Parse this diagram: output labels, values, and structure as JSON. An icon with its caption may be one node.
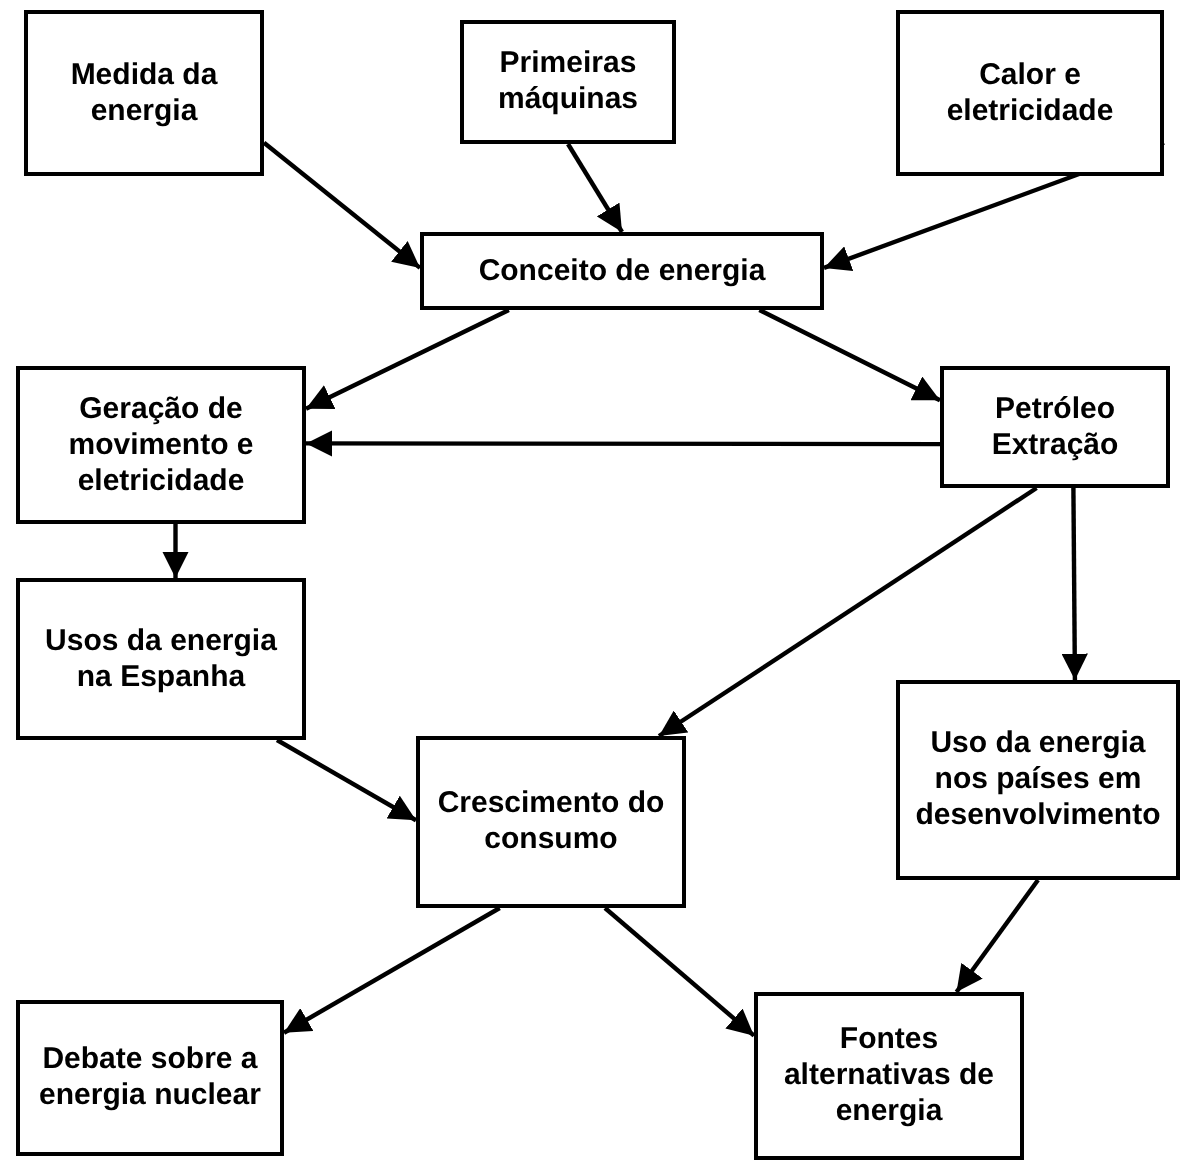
{
  "diagram": {
    "nodes": [
      {
        "text": [
          "Medida da energia"
        ]
      },
      {
        "text": [
          "Primeiras máquinas"
        ]
      },
      {
        "text": [
          "Calor e eletricidade"
        ]
      },
      {
        "text": [
          "Conceito de energia"
        ]
      },
      {
        "text": [
          "Geração de movimento e eletricidade"
        ]
      },
      {
        "text": [
          "Petróleo Extração"
        ]
      },
      {
        "text": [
          "Usos da energia na Espanha"
        ]
      },
      {
        "text": [
          "Crescimento do consumo"
        ]
      },
      {
        "text": [
          "Uso da energia nos países em desenvolvimento"
        ]
      },
      {
        "text": [
          "Debate sobre a energia nuclear"
        ]
      },
      {
        "text": [
          "Fontes alternativas de energia"
        ]
      }
    ],
    "edges": [
      {
        "from": 0,
        "to": 3,
        "arrow": "to"
      },
      {
        "from": 1,
        "to": 3,
        "arrow": "to"
      },
      {
        "from": 2,
        "to": 3,
        "arrow": "to"
      },
      {
        "from": 3,
        "to": 4,
        "arrow": "to"
      },
      {
        "from": 3,
        "to": 5,
        "arrow": "to"
      },
      {
        "from": 5,
        "to": 4,
        "arrow": "to"
      },
      {
        "from": 4,
        "to": 6,
        "arrow": "to"
      },
      {
        "from": 5,
        "to": 7,
        "arrow": "to"
      },
      {
        "from": 5,
        "to": 8,
        "arrow": "to"
      },
      {
        "from": 6,
        "to": 7,
        "arrow": "to"
      },
      {
        "from": 7,
        "to": 9,
        "arrow": "to"
      },
      {
        "from": 7,
        "to": 10,
        "arrow": "to"
      },
      {
        "from": 8,
        "to": 10,
        "arrow": "to"
      }
    ]
  }
}
